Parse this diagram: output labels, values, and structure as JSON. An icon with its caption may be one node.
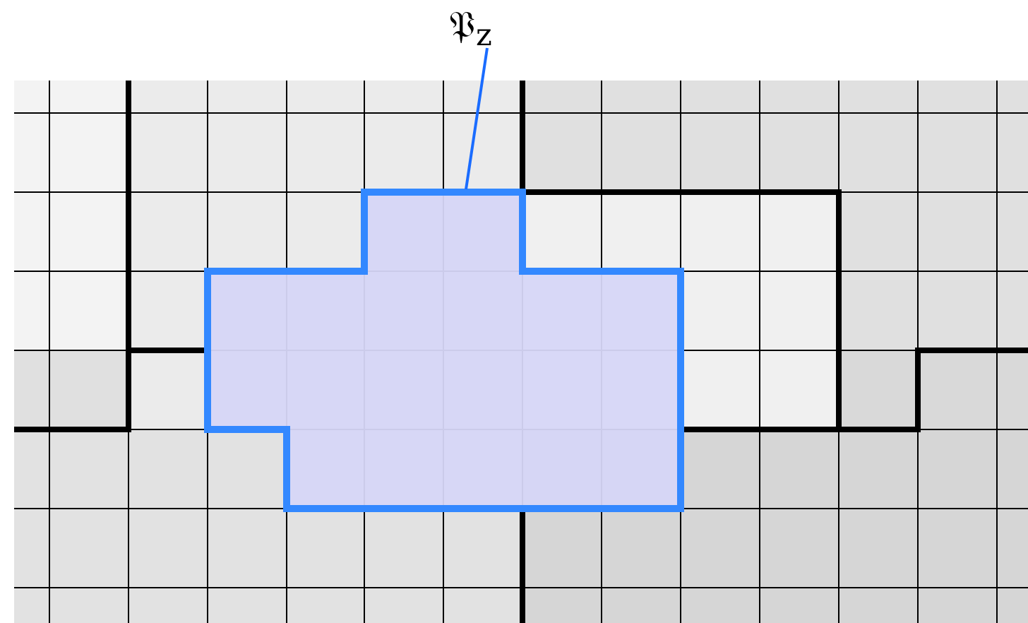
{
  "diagram": {
    "nodes": [
      {
        "text": [
          "𝔓$_{z}$"
        ]
      },
      {
        "text": [],
        "shape": "polygon"
      }
    ],
    "edges": [
      {
        "from": 0,
        "to": 1,
        "arrow": "none"
      }
    ]
  }
}
